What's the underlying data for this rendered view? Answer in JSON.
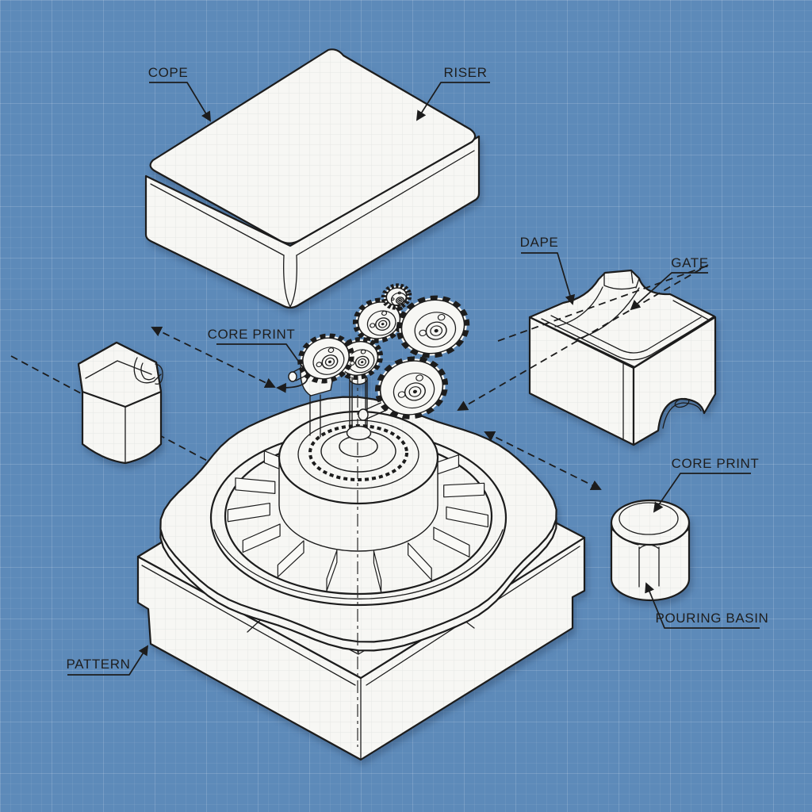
{
  "diagram": "sand-casting-mold-exploded-view",
  "colors": {
    "background": "#5d8ab9",
    "grid": "#ffffff",
    "line": "#1c1c1c",
    "part_fill": "#f7f7f4",
    "label_text": "#1e1e1e"
  },
  "labels": {
    "cope": "COPE",
    "riser": "RISER",
    "dape": "DAPE",
    "gate": "GATE",
    "core_print_left": "CORE PRINT",
    "core_print_right": "CORE PRINT",
    "pouring_basin": "POURING BASIN",
    "pattern": "PATTERN"
  }
}
